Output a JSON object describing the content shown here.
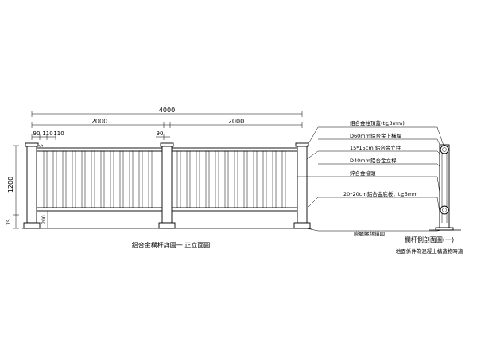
{
  "dimensions": {
    "overall": "4000",
    "panel_left": "2000",
    "panel_right": "2000",
    "post_gap": "90",
    "seg_1": "90",
    "seg_2": "110",
    "seg_3": "110",
    "top_small": "15",
    "height": "1200",
    "bottom_gap": "200",
    "ground": "75"
  },
  "elevation": {
    "title": "鋁合金欄杆詳圖一 正立面圖"
  },
  "section": {
    "title": "欄杆側剖面圖(一)",
    "note": "地面係件為混凝土構造物時適",
    "labels": [
      "鋁合金柱頂蓋(t≧3mm)",
      "D60mm鋁合金上橫桿",
      "15*15cm 鋁合金立柱",
      "D40mm鋁合金立桿",
      "鋅合金接頭",
      "20*20cm鋁合金底板，t≧5mm",
      "膨脹螺絲錨固"
    ]
  }
}
